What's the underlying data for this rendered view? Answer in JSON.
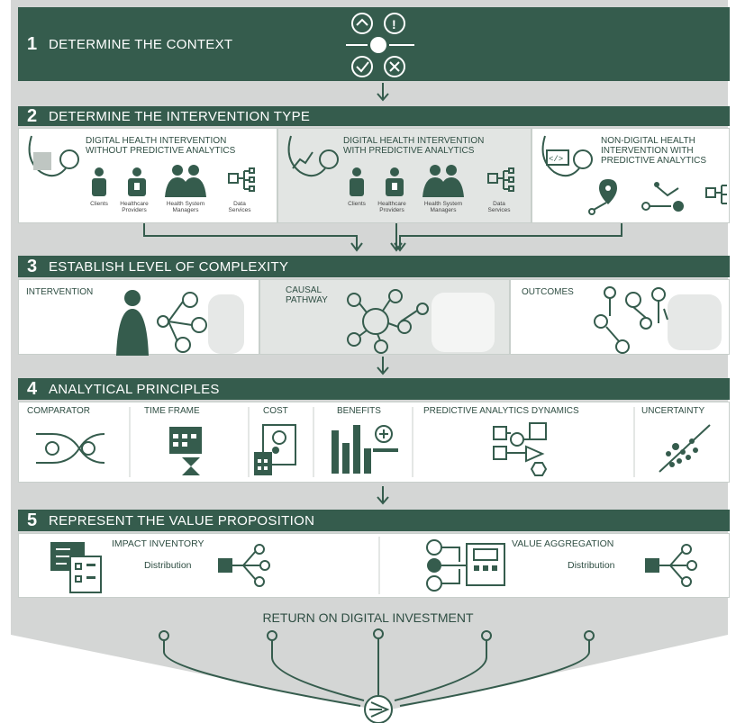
{
  "steps": [
    {
      "number": "1",
      "title": "DETERMINE THE CONTEXT"
    },
    {
      "number": "2",
      "title": "DETERMINE THE INTERVENTION TYPE"
    },
    {
      "number": "3",
      "title": "ESTABLISH LEVEL OF COMPLEXITY"
    },
    {
      "number": "4",
      "title": "ANALYTICAL PRINCIPLES"
    },
    {
      "number": "5",
      "title": "REPRESENT THE VALUE PROPOSITION"
    }
  ],
  "intervention_types": [
    {
      "title": "DIGITAL HEALTH INTERVENTION WITHOUT PREDICTIVE ANALYTICS",
      "line1": "DIGITAL HEALTH INTERVENTION",
      "line2": "WITHOUT PREDICTIVE ANALYTICS",
      "line3": "",
      "stakeholders": [
        "Clients",
        "Healthcare Providers",
        "Health System Managers",
        "Data Services"
      ]
    },
    {
      "title": "DIGITAL HEALTH INTERVENTION WITH PREDICTIVE ANALYTICS",
      "line1": "DIGITAL HEALTH INTERVENTION",
      "line2": "WITH PREDICTIVE ANALYTICS",
      "line3": "",
      "stakeholders": [
        "Clients",
        "Healthcare Providers",
        "Health System Managers",
        "Data Services"
      ]
    },
    {
      "title": "NON-DIGITAL HEALTH INTERVENTION WITH PREDICTIVE ANALYTICS",
      "line1": "NON-DIGITAL HEALTH",
      "line2": "INTERVENTION WITH",
      "line3": "PREDICTIVE ANALYTICS",
      "stakeholders": []
    }
  ],
  "complexity": {
    "intervention": "INTERVENTION",
    "causal_1": "CAUSAL",
    "causal_2": "PATHWAY",
    "outcomes": "OUTCOMES"
  },
  "principles": [
    "COMPARATOR",
    "TIME FRAME",
    "COST",
    "BENEFITS",
    "PREDICTIVE ANALYTICS DYNAMICS",
    "UNCERTAINTY"
  ],
  "value": {
    "impact_inventory": "IMPACT INVENTORY",
    "value_aggregation": "VALUE AGGREGATION",
    "distribution": "Distribution"
  },
  "roi": "RETURN ON DIGITAL INVESTMENT",
  "colors": {
    "primary": "#355c4d",
    "panel_grey": "#e2e5e3",
    "background_grey": "#d4d6d5"
  }
}
